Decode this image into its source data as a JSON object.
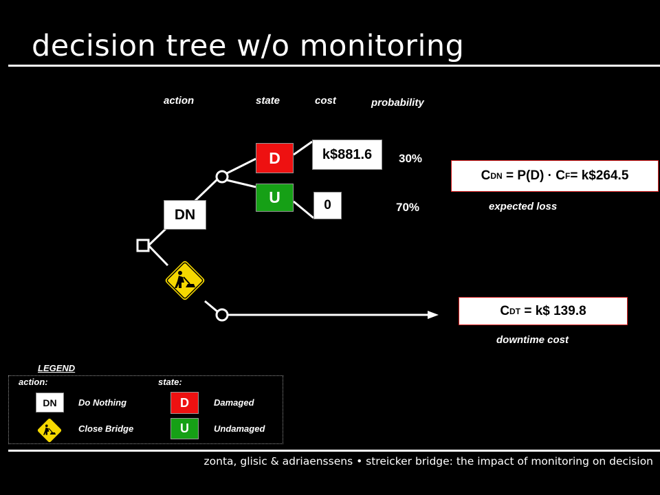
{
  "slide": {
    "title": "decision tree w/o monitoring",
    "footer": "zonta, glisic & adriaenssens • streicker bridge: the impact of monitoring on decision"
  },
  "headers": {
    "action": "action",
    "state": "state",
    "cost": "cost",
    "probability": "probability"
  },
  "tree": {
    "action_dn_label": "DN",
    "state_d_label": "D",
    "state_u_label": "U",
    "cost_d": "k$881.6",
    "cost_u": "0",
    "prob_d": "30%",
    "prob_u": "70%"
  },
  "results": {
    "c_dn_prefix": "C",
    "c_dn_sub": "DN",
    "c_dn_mid": " = P(D) · C",
    "c_dn_sub2": "F",
    "c_dn_end": "= k$264.5",
    "expected_loss": "expected loss",
    "c_dt_prefix": "C",
    "c_dt_sub": "DT",
    "c_dt_end": " = k$ 139.8",
    "downtime_cost": "downtime cost"
  },
  "legend": {
    "title": "LEGEND",
    "action_heading": "action:",
    "state_heading": "state:",
    "dn_box": "DN",
    "dn_text": "Do Nothing",
    "close_text": "Close Bridge",
    "d_box": "D",
    "d_text": "Damaged",
    "u_box": "U",
    "u_text": "Undamaged"
  },
  "colors": {
    "damaged": "#ee1111",
    "undamaged": "#16a016",
    "sign_yellow": "#f5d800",
    "formula_border": "#dd2222"
  },
  "icons": {
    "close_bridge": "road-work-sign-icon",
    "decision_node": "square-node-icon",
    "chance_node": "circle-node-icon",
    "arrow": "arrow-right-icon"
  }
}
